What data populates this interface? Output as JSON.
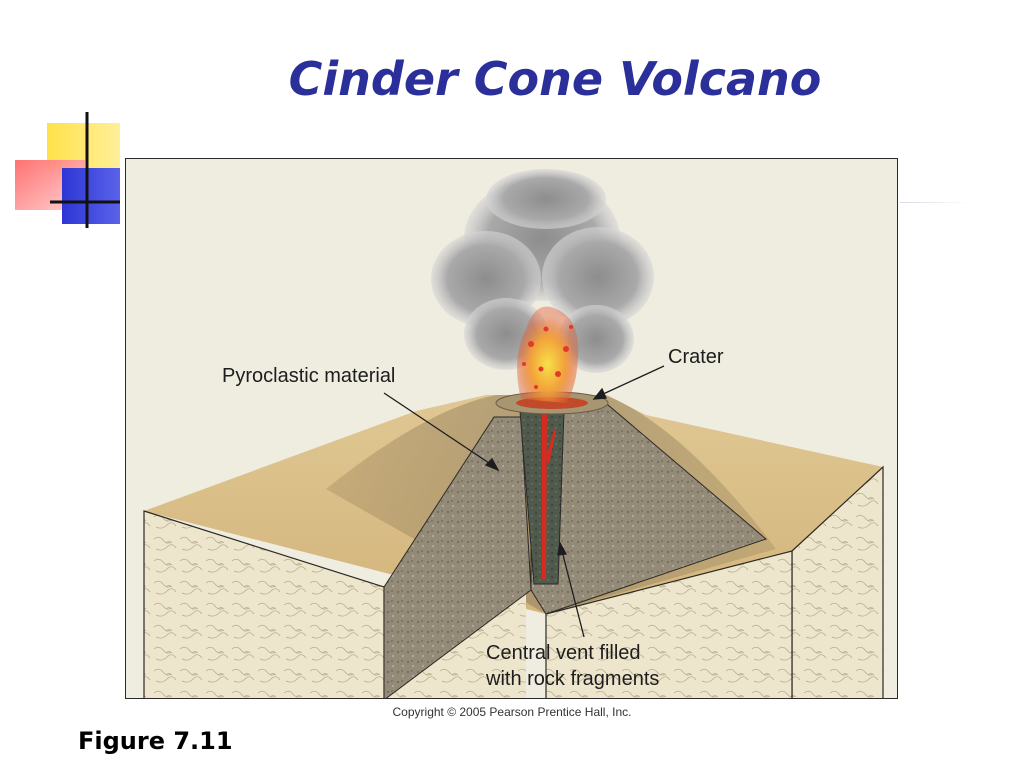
{
  "slide": {
    "title": "Cinder Cone Volcano",
    "figure_number": "Figure 7.11",
    "copyright": "Copyright © 2005 Pearson Prentice Hall, Inc."
  },
  "diagram": {
    "labels": {
      "pyroclastic": "Pyroclastic material",
      "crater": "Crater",
      "vent_line1": "Central vent filled",
      "vent_line2": "with rock fragments"
    }
  },
  "colors": {
    "title": "#2b2f9a",
    "frame_bg": "#efece0",
    "sand": "#d9bf8a",
    "block_side": "#ece5cc",
    "cinder": "#8f8675",
    "vent": "#4e5a4c",
    "lava": "#d92a1f",
    "ash": "#9a9a9a"
  }
}
